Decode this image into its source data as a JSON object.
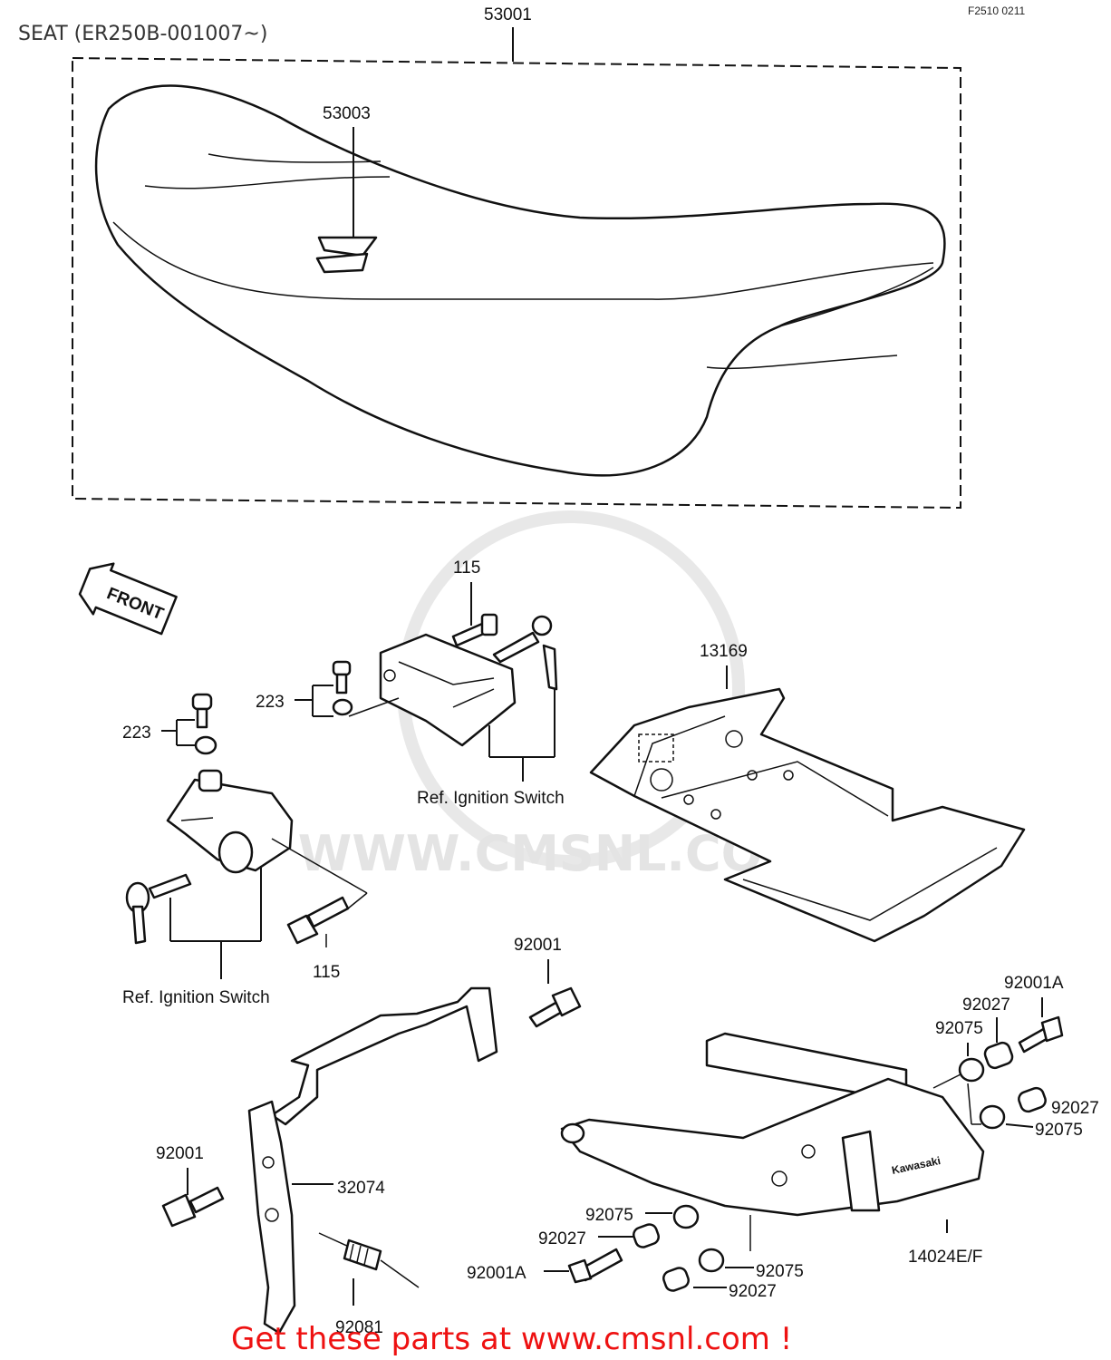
{
  "header": {
    "title": "SEAT (ER250B-001007~)",
    "diagram_code": "F2510 0211"
  },
  "front_arrow": {
    "label": "FRONT"
  },
  "watermark": {
    "text": "WWW.CMSNL.COM"
  },
  "parts": {
    "seat_assembly": "53001",
    "seat_cover": "53003",
    "bolt_upper": "115",
    "bolt_lower": "115",
    "screw_washer_upper": "223",
    "screw_washer_left": "223",
    "tray": "13169",
    "pin_top": "92001",
    "pin_left": "92001",
    "lever": "32074",
    "spring": "92081",
    "grab_rail": "14024E/F",
    "bolt_right": "92001A",
    "bolt_bottom": "92001A",
    "collar_upper_right": "92027",
    "damper_upper_right": "92075",
    "collar_right": "92027",
    "damper_right": "92075",
    "damper_lower_upper": "92075",
    "collar_lower_upper": "92027",
    "damper_lower": "92075",
    "collar_lower": "92027"
  },
  "references": {
    "ignition_upper": "Ref. Ignition Switch",
    "ignition_lower": "Ref. Ignition Switch"
  },
  "footer": {
    "text": "Get these parts at www.cmsnl.com !"
  }
}
